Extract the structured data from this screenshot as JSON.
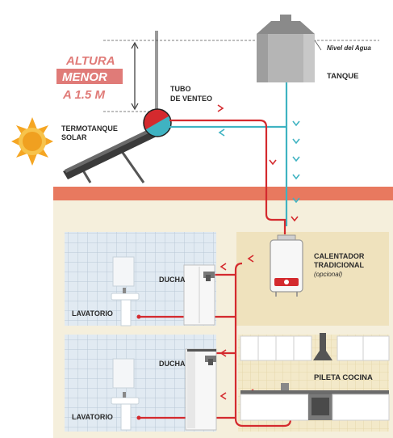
{
  "labels": {
    "altura_line1": "ALTURA",
    "altura_line2": "MENOR",
    "altura_line3": "A 1.5 M",
    "nivel_agua": "Nivel del Agua",
    "tanque": "TANQUE",
    "tubo_line1": "TUBO",
    "tubo_line2": "DE VENTEO",
    "termotanque_line1": "TERMOTANQUE",
    "termotanque_line2": "SOLAR",
    "calentador_line1": "CALENTADOR",
    "calentador_line2": "TRADICIONAL",
    "calentador_line3": "(opcional)",
    "ducha_top": "DUCHA",
    "lavatorio_top": "LAVATORIO",
    "ducha_bottom": "DUCHA",
    "lavatorio_bottom": "LAVATORIO",
    "pileta": "PILETA COCINA"
  },
  "colors": {
    "hot": "#d42a2e",
    "cold": "#3fb3c2",
    "wall": "#f5efdc",
    "roof": "#e8795f",
    "tile": "#e1eaf2",
    "sun": "#f5a623",
    "altura_box": "#e07b78"
  },
  "icons": [
    "sun-icon",
    "solar-panel-icon",
    "water-tank-icon",
    "heater-icon",
    "shower-icon",
    "sink-icon",
    "range-hood-icon",
    "kitchen-cabinet-icon"
  ]
}
